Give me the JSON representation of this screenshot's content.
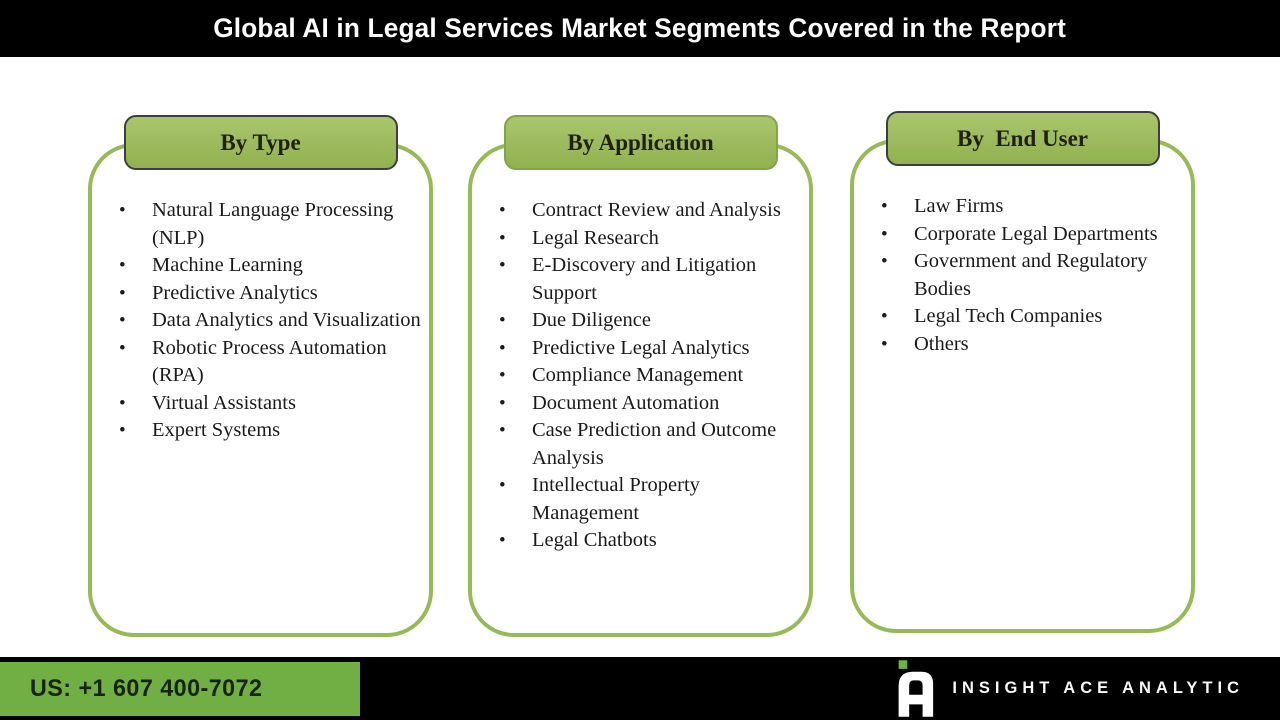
{
  "title": "Global AI in Legal Services Market Segments Covered in the Report",
  "columns": [
    {
      "id": "type",
      "header": "By Type",
      "items": [
        "Natural Language Processing (NLP)",
        "Machine Learning",
        "Predictive Analytics",
        "Data Analytics and Visualization",
        "Robotic Process Automation (RPA)",
        "Virtual Assistants",
        "Expert Systems"
      ]
    },
    {
      "id": "application",
      "header": "By Application",
      "items": [
        "Contract Review and Analysis",
        "Legal Research",
        "E-Discovery and Litigation Support",
        "Due Diligence",
        "Predictive Legal Analytics",
        "Compliance Management",
        "Document Automation",
        "Case Prediction and Outcome Analysis",
        "Intellectual Property Management",
        "Legal Chatbots"
      ]
    },
    {
      "id": "end-user",
      "header": "By  End User",
      "items": [
        "Law Firms",
        "Corporate Legal Departments",
        "Government and Regulatory Bodies",
        "Legal Tech Companies",
        "Others"
      ]
    }
  ],
  "footer": {
    "phone": "US: +1 607 400-7072",
    "brand": "INSIGHT ACE ANALYTIC"
  },
  "bullet_glyph": "•",
  "colors": {
    "title_bar_bg": "#000000",
    "tab_green": "#9bbb59",
    "panel_border_green": "#97ba57",
    "footer_green": "#71ae43",
    "logo_green": "#6db33f",
    "tab_text": "#20200f",
    "body_text": "#1b1b1b"
  }
}
